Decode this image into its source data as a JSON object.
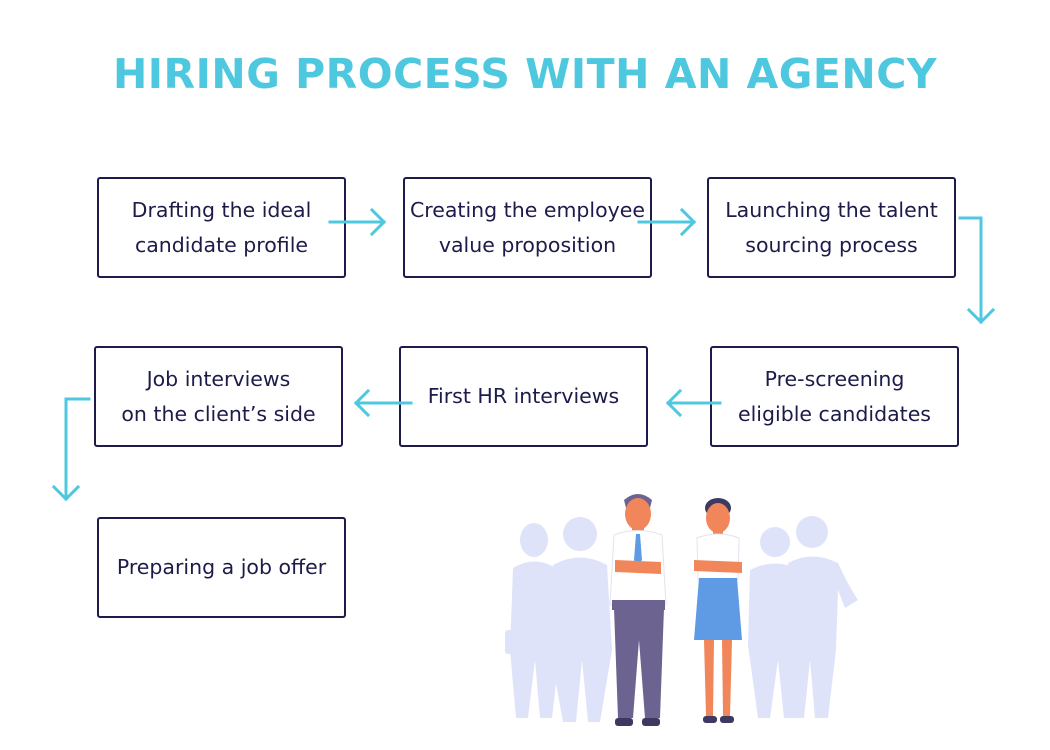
{
  "title": "HIRING PROCESS WITH AN AGENCY",
  "steps": [
    "Drafting the ideal\ncandidate profile",
    "Creating the employee\nvalue proposition",
    "Launching the talent\nsourcing process",
    "Pre-screening\neligible candidates",
    "First HR interviews",
    "Job interviews\non the client’s side",
    "Preparing a job offer"
  ],
  "colors": {
    "accent": "#4ec8df",
    "box_border": "#1c1b4a",
    "silhouette": "#dfe3fa",
    "suit": "#6c6390",
    "skirt": "#5f9be4",
    "skin": "#f0865a"
  },
  "illustration": "business-team-icon"
}
